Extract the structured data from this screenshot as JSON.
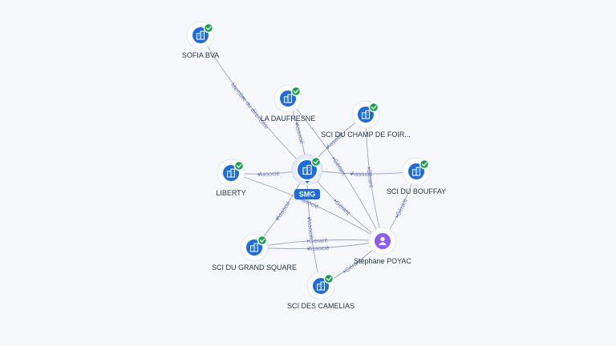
{
  "graph": {
    "center": {
      "label": "SMG",
      "icon": "company-icon",
      "color": "#1a6ce0"
    },
    "nodes": [
      {
        "id": "sofia",
        "label": "SOFIA BVA",
        "type": "company",
        "icon": "company-icon",
        "verified": true
      },
      {
        "id": "daufresne",
        "label": "LA DAUFRESNE",
        "type": "company",
        "icon": "company-icon",
        "verified": true
      },
      {
        "id": "champ",
        "label": "SCI DU CHAMP DE FOIR...",
        "type": "company",
        "icon": "company-icon",
        "verified": true
      },
      {
        "id": "liberty",
        "label": "LIBERTY",
        "type": "company",
        "icon": "company-icon",
        "verified": true
      },
      {
        "id": "bouffay",
        "label": "SCI DU BOUFFAY",
        "type": "company",
        "icon": "company-icon",
        "verified": true
      },
      {
        "id": "grandsquare",
        "label": "SCI DU GRAND SQUARE",
        "type": "company",
        "icon": "company-icon",
        "verified": true
      },
      {
        "id": "camelias",
        "label": "SCI DES CAMELIAS",
        "type": "company",
        "icon": "company-icon",
        "verified": true
      },
      {
        "id": "poyac",
        "label": "Stéphane POYAC",
        "type": "person",
        "icon": "person-icon",
        "color": "#8b5cf6"
      }
    ],
    "edges": [
      {
        "from": "sofia",
        "to": "smg",
        "label": "Membre du directoire"
      },
      {
        "from": "daufresne",
        "to": "smg",
        "label": "Associé"
      },
      {
        "from": "champ",
        "to": "smg",
        "label": "Associé"
      },
      {
        "from": "smg",
        "to": "liberty",
        "label": "Associé"
      },
      {
        "from": "smg",
        "to": "bouffay",
        "label": "Associé"
      },
      {
        "from": "smg",
        "to": "grandsquare",
        "label": "Associé"
      },
      {
        "from": "smg",
        "to": "camelias",
        "label": "Associé"
      },
      {
        "from": "daufresne",
        "to": "poyac",
        "label": "Gérant"
      },
      {
        "from": "champ",
        "to": "poyac",
        "label": "Gérant"
      },
      {
        "from": "bouffay",
        "to": "poyac",
        "label": "Gérant"
      },
      {
        "from": "smg",
        "to": "poyac",
        "label": "Gérant"
      },
      {
        "from": "grandsquare",
        "to": "poyac",
        "label": "Gérant"
      },
      {
        "from": "camelias",
        "to": "poyac",
        "label": "Gérant"
      },
      {
        "from": "liberty",
        "to": "poyac",
        "label": "Associé"
      },
      {
        "from": "grandsquare",
        "to": "poyac",
        "label": "Associé"
      }
    ]
  }
}
